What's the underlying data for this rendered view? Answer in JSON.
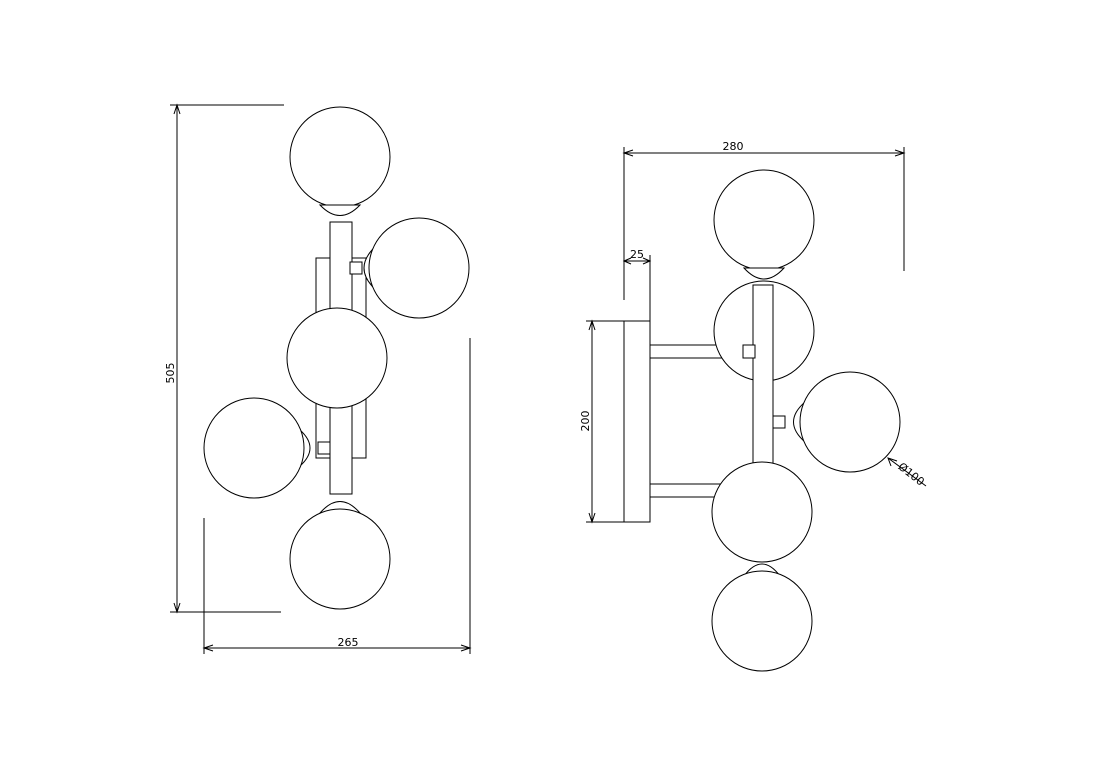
{
  "drawing": {
    "front_view": {
      "height_label": "505",
      "width_label": "265"
    },
    "side_view": {
      "depth_label": "280",
      "plate_thickness_label": "25",
      "plate_height_label": "200",
      "globe_diameter_label": "Ø100"
    }
  }
}
